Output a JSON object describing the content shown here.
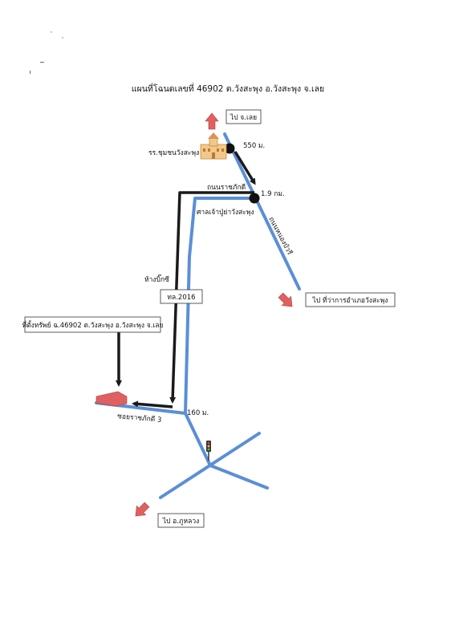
{
  "title": "แผนที่โฉนดเลขที่ 46902 ต.วังสะพุง อ.วังสะพุง จ.เลย",
  "labels": {
    "to_loei": "ไป จ.เลย",
    "school": "รร.ชุมชนวังสะพุง",
    "dist_550": "550 ม.",
    "road_ratchaphakdi": "ถนนราชภักดี",
    "dist_1_9": "1.9 กม.",
    "shrine": "ศาลเจ้าปู่ย่าวังสะพุง",
    "road_nong_bua_ri": "ถนนหนองบัวรี",
    "big_c": "ห้างบิ๊กซี",
    "route_2016": "ทล.2016",
    "to_district_office": "ไป ที่ว่าการอำเภอวังสะพุง",
    "property": "ที่ตั้งทรัพย์ ฉ.46902 ต.วังสะพุง อ.วังสะพุง จ.เลย",
    "dist_160": "160 ม.",
    "soi_ratchaphakdi_3": "ซอยราชภักดี 3",
    "to_phu_luang": "ไป อ.ภูหลวง"
  },
  "icons": {
    "school": "school-building-icon",
    "traffic_light": "traffic-light-icon",
    "landmark": "landmark-dot-icon",
    "direction": "direction-arrow-icon"
  },
  "colors": {
    "road": "#5b8fd6",
    "route_path": "#1a1a1a",
    "direction_arrow": "#e06060",
    "property_marker": "#e06060"
  }
}
